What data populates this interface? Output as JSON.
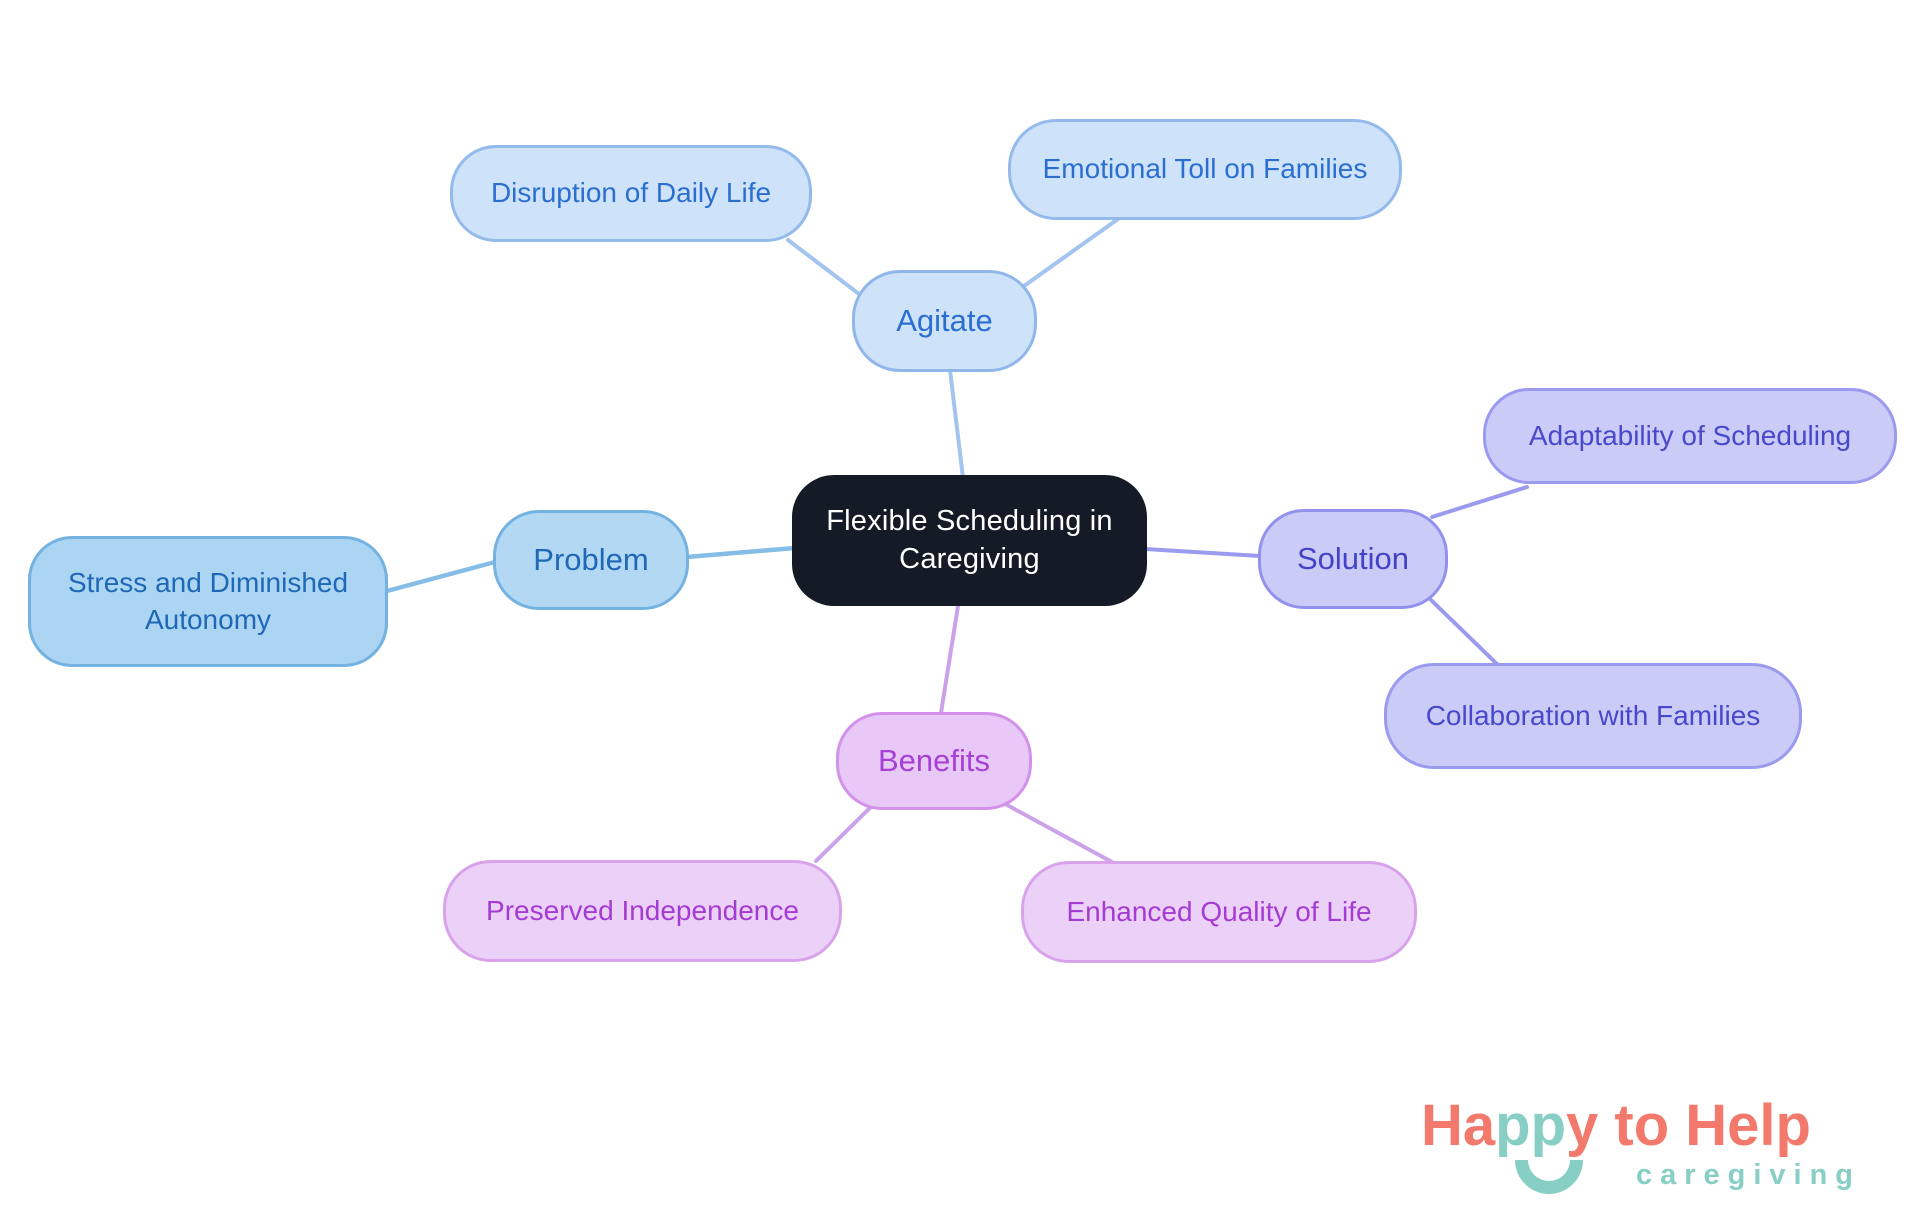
{
  "diagram_title": "Flexible Scheduling in Caregiving mind map",
  "nodes": {
    "center": {
      "label": "Flexible Scheduling in Caregiving",
      "bg": "#151B26",
      "border": "#151B26",
      "color": "#FFFFFF"
    },
    "agitate": {
      "label": "Agitate",
      "bg": "#CEE2F9",
      "border": "#8FB7EA",
      "color": "#2A6FD0"
    },
    "disruption": {
      "label": "Disruption of Daily Life",
      "bg": "#CEE2F9",
      "border": "#93BAEB",
      "color": "#2A6FD0"
    },
    "emotional": {
      "label": "Emotional Toll on Families",
      "bg": "#CEE2F9",
      "border": "#93BAEB",
      "color": "#2A6FD0"
    },
    "problem": {
      "label": "Problem",
      "bg": "#B2D8F4",
      "border": "#74B2E2",
      "color": "#1F68B6"
    },
    "stress": {
      "label": "Stress and Diminished Autonomy",
      "bg": "#ABD5F3",
      "border": "#74B2E2",
      "color": "#1F68B6"
    },
    "solution": {
      "label": "Solution",
      "bg": "#CBCBF7",
      "border": "#9292EE",
      "color": "#4343C8"
    },
    "adaptability": {
      "label": "Adaptability of Scheduling",
      "bg": "#CBCBF7",
      "border": "#9A9AEF",
      "color": "#4848CC"
    },
    "collaboration": {
      "label": "Collaboration with Families",
      "bg": "#CBCBF7",
      "border": "#9A9AEF",
      "color": "#4848CC"
    },
    "benefits": {
      "label": "Benefits",
      "bg": "#E7C8F7",
      "border": "#D391EA",
      "color": "#A640D6"
    },
    "preserved": {
      "label": "Preserved Independence",
      "bg": "#EBD0F8",
      "border": "#D9A3EC",
      "color": "#A43BD3"
    },
    "enhanced": {
      "label": "Enhanced Quality of Life",
      "bg": "#EBD0F8",
      "border": "#D9A3EC",
      "color": "#A43BD3"
    }
  },
  "edges": {
    "agitate_line": "#A3C4EE",
    "problem_line": "#85BDE7",
    "solution_line": "#9A9AEE",
    "benefits_line": "#CBA2E9"
  },
  "logo": {
    "word1_part1": "Ha",
    "word1_part2": "pp",
    "word1_part3": "y ",
    "word2": "to ",
    "word3": "Help",
    "subtitle": "caregiving",
    "coral": "#F2796B",
    "teal": "#87CFC5"
  }
}
